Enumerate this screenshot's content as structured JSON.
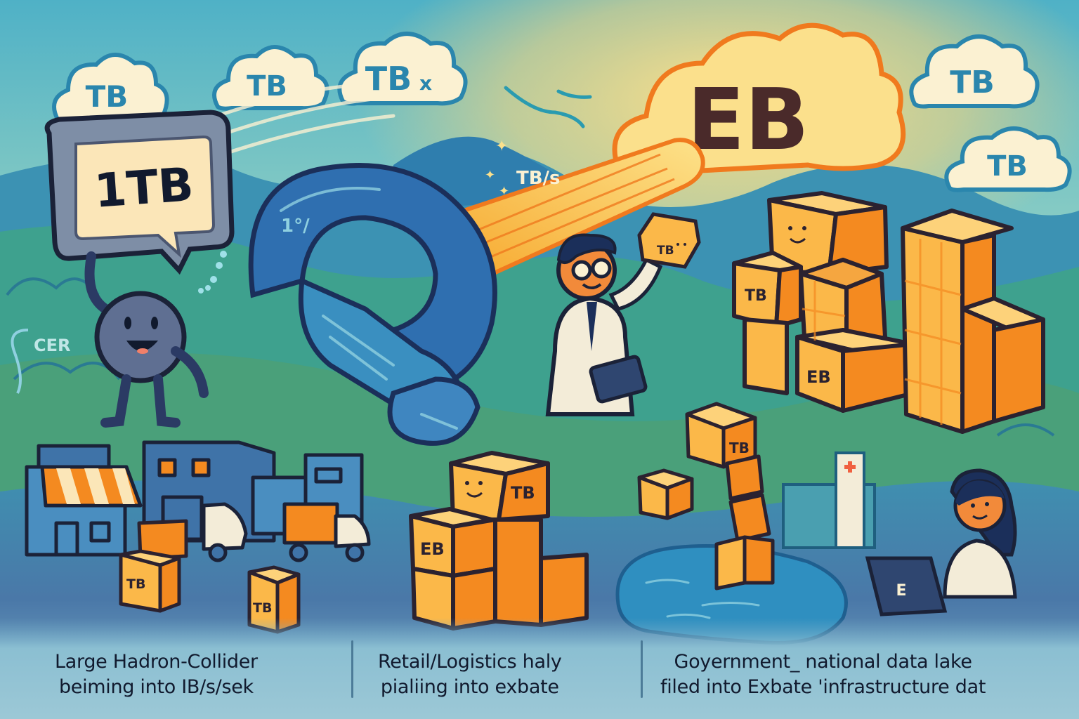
{
  "colors": {
    "sky_top": "#4fb1c6",
    "sky_glow": "#f6d27a",
    "cloud_fill": "#fbf1d2",
    "cloud_stroke": "#2a86ad",
    "eb_cloud_stroke": "#f07a1e",
    "eb_text": "#4a2a2a",
    "box_light": "#fbb849",
    "box_dark": "#f48a20",
    "outline": "#2b2230",
    "hill_blue": "#2f78a8",
    "hill_green": "#4fa57a",
    "ground_blue": "#3f73a8",
    "lake": "#2f8fc0",
    "caption_text": "#111a2e"
  },
  "sky_clouds": [
    {
      "label": "TB"
    },
    {
      "label": "TB"
    },
    {
      "label": "TB",
      "suffix": "x"
    },
    {
      "label": "TB"
    },
    {
      "label": "TB"
    }
  ],
  "eb_cloud": {
    "label": "EB"
  },
  "sign": {
    "label": "1TB"
  },
  "accelerator": {
    "rate_label": "TB/s",
    "scribble": "1°/"
  },
  "cern_label": "CER",
  "scientist_box": {
    "label": "TB"
  },
  "right_stack": {
    "labels": [
      "TB",
      "EB"
    ]
  },
  "retail_boxes": {
    "labels": [
      "TB",
      "TB"
    ]
  },
  "center_stack": {
    "labels": [
      "TB",
      "EB"
    ]
  },
  "lake_stack": {
    "label": "TB"
  },
  "laptop": {
    "label": "E"
  },
  "captions": [
    {
      "line1": "Large Hadron-Collider",
      "line2": "beiming into IB/s/sek"
    },
    {
      "line1": "Retail/Logistics haly",
      "line2": "pialiing into exbate"
    },
    {
      "line1": "Goyernment_  national data lake",
      "line2": "filed  into Exbate 'infrastructure dat"
    }
  ]
}
